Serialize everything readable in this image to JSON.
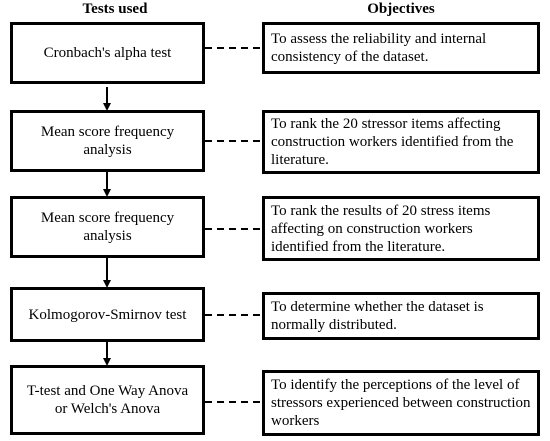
{
  "headers": {
    "tests": "Tests used",
    "objectives": "Objectives"
  },
  "rows": [
    {
      "test": "Cronbach's alpha test",
      "objective": "To assess the reliability and internal consistency of the dataset."
    },
    {
      "test": "Mean score frequency analysis",
      "objective": "To rank the 20 stressor items affecting construction workers identified from the literature."
    },
    {
      "test": "Mean score frequency analysis",
      "objective": "To rank the results of 20 stress items affecting on construction workers identified from the literature."
    },
    {
      "test": "Kolmogorov-Smirnov test",
      "objective": "To determine whether the dataset is normally distributed."
    },
    {
      "test": "T-test and  One Way Anova or  Welch's Anova",
      "objective": "To identify the perceptions of the level of stressors experienced between construction workers"
    }
  ]
}
